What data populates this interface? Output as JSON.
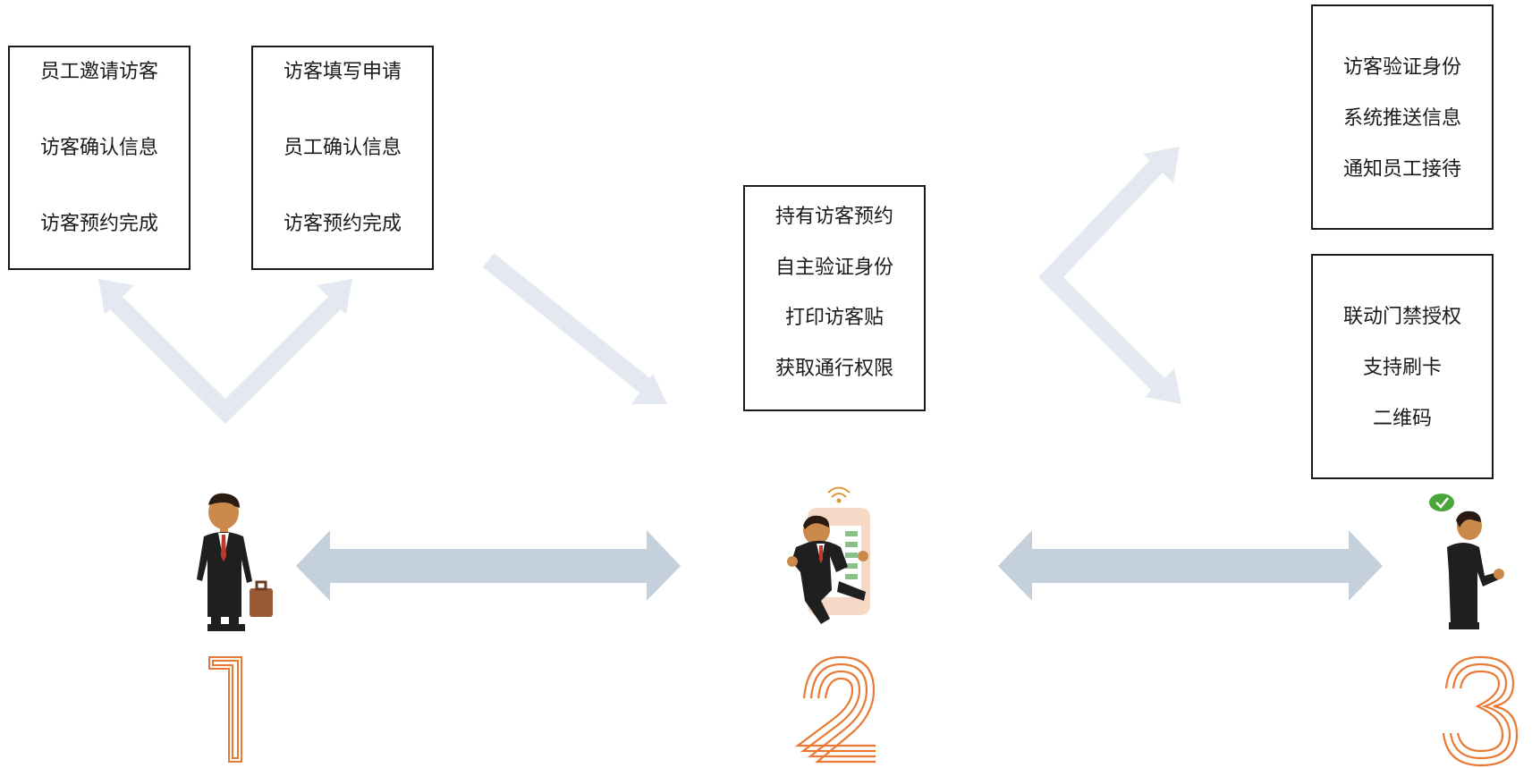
{
  "flow_boxes": {
    "employee_invite": [
      "员工邀请访客",
      "访客确认信息",
      "访客预约完成"
    ],
    "visitor_apply": [
      "访客填写申请",
      "员工确认信息",
      "访客预约完成"
    ],
    "self_service": [
      "持有访客预约",
      "自主验证身份",
      "打印访客贴",
      "获取通行权限"
    ],
    "verify_notify": [
      "访客验证身份",
      "系统推送信息",
      "通知员工接待"
    ],
    "access_control": [
      "联动门禁授权",
      "支持刷卡",
      "二维码"
    ]
  },
  "steps": [
    {
      "number": "1",
      "figure": "businessman-with-briefcase"
    },
    {
      "number": "2",
      "figure": "man-running-from-phone"
    },
    {
      "number": "3",
      "figure": "man-greeting-with-check"
    }
  ],
  "colors": {
    "light_arrow": "#e4e9f1",
    "step_arrow": "#c5d0dd",
    "digit_orange": "#e87a36",
    "check_green": "#4aa63a",
    "box_border": "#1a1a1a"
  }
}
